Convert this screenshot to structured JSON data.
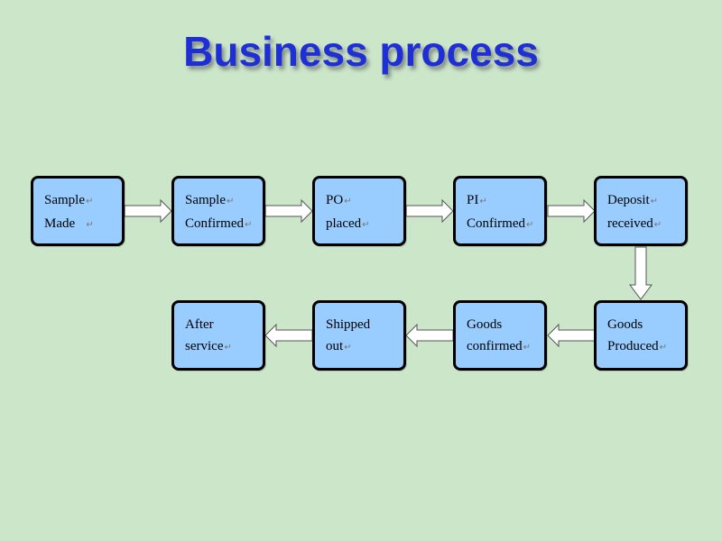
{
  "title": "Business process",
  "paragraph_mark": "↵",
  "steps_row1": [
    {
      "line1": "Sample",
      "line2": "Made"
    },
    {
      "line1": "Sample",
      "line2": "Confirmed"
    },
    {
      "line1": "PO",
      "line2": "placed"
    },
    {
      "line1": "PI",
      "line2": "Confirmed"
    },
    {
      "line1": "Deposit",
      "line2": "received"
    }
  ],
  "steps_row2": [
    {
      "line1": "After",
      "line2": "service"
    },
    {
      "line1": "Shipped",
      "line2": "out"
    },
    {
      "line1": "Goods",
      "line2": "confirmed"
    },
    {
      "line1": "Goods",
      "line2": "Produced"
    }
  ],
  "colors": {
    "background": "#cce6ca",
    "title": "#1f2fd6",
    "box_fill": "#99ccff",
    "box_border": "#000000",
    "arrow_fill": "#ffffff"
  }
}
